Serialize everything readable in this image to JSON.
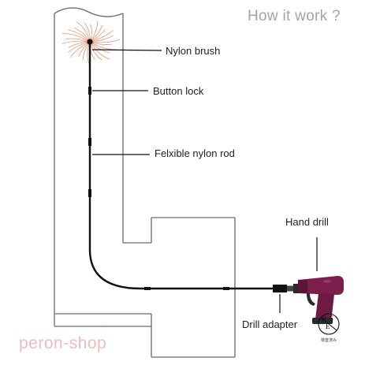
{
  "title": "How it work ?",
  "labels": {
    "nylon_brush": "Nylon brush",
    "button_lock": "Button lock",
    "flexible_rod": "Felxible nylon rod",
    "hand_drill": "Hand drill",
    "drill_adapter": "Drill adapter"
  },
  "watermark": "peron-shop",
  "pse_mark": {
    "letters": [
      "P",
      "S",
      "E"
    ],
    "caption": "検査済み"
  },
  "colors": {
    "outline": "#6a6a6a",
    "rod": "#111111",
    "brush_bristles": "#e9967a",
    "drill_body": "#7a1f4c",
    "title": "#a4a4a4",
    "watermark": "#f3b9bd"
  }
}
